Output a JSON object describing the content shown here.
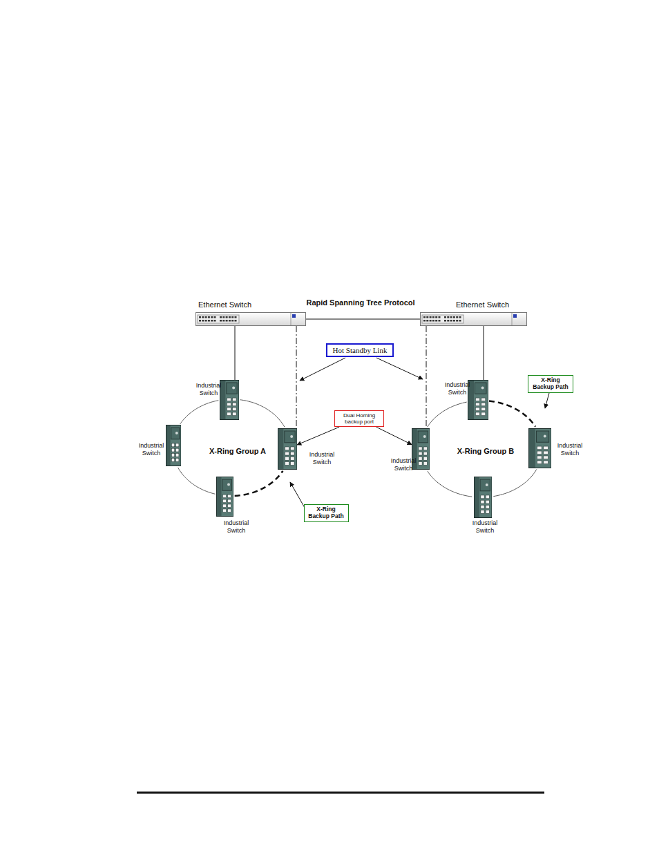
{
  "diagram": {
    "title": "Rapid Spanning Tree Protocol",
    "nodes": [
      {
        "text": [
          "Ethernet Switch"
        ]
      },
      {
        "text": [
          "Ethernet Switch"
        ]
      },
      {
        "text": [
          "Hot Standby Link"
        ]
      },
      {
        "text": [
          "Industrial Switch"
        ]
      },
      {
        "text": [
          "Industrial Switch"
        ]
      },
      {
        "text": [
          "X-Ring Backup Path"
        ]
      },
      {
        "text": [
          "Dual Homing backup port"
        ]
      },
      {
        "text": [
          "Industrial Switch"
        ]
      },
      {
        "text": [
          "Industrial Switch"
        ]
      },
      {
        "text": [
          "Industrial Switch"
        ]
      },
      {
        "text": [
          "Industrial Switch"
        ]
      },
      {
        "text": [
          "Industrial Switch"
        ]
      },
      {
        "text": [
          "Industrial Switch"
        ]
      },
      {
        "text": [
          "X-Ring Backup Path"
        ]
      }
    ],
    "edges": [
      {
        "from": 0,
        "to": 1,
        "arrow": "none"
      },
      {
        "from": 0,
        "to": 3,
        "arrow": "none"
      },
      {
        "from": 1,
        "to": 4,
        "arrow": "none"
      },
      {
        "from": 0,
        "to": 8,
        "arrow": "none"
      },
      {
        "from": 1,
        "to": 9,
        "arrow": "none"
      },
      {
        "from": 6,
        "to": 8,
        "arrow": "to"
      },
      {
        "from": 6,
        "to": 9,
        "arrow": "to"
      },
      {
        "from": 3,
        "to": 7,
        "arrow": "none"
      },
      {
        "from": 7,
        "to": 11,
        "arrow": "none"
      },
      {
        "from": 11,
        "to": 8,
        "arrow": "none"
      },
      {
        "from": 8,
        "to": 3,
        "arrow": "none"
      },
      {
        "from": 4,
        "to": 10,
        "arrow": "none"
      },
      {
        "from": 10,
        "to": 12,
        "arrow": "none"
      },
      {
        "from": 12,
        "to": 9,
        "arrow": "none"
      },
      {
        "from": 9,
        "to": 4,
        "arrow": "none"
      }
    ],
    "labels": [
      "X-Ring Group A",
      "X-Ring Group B"
    ]
  }
}
